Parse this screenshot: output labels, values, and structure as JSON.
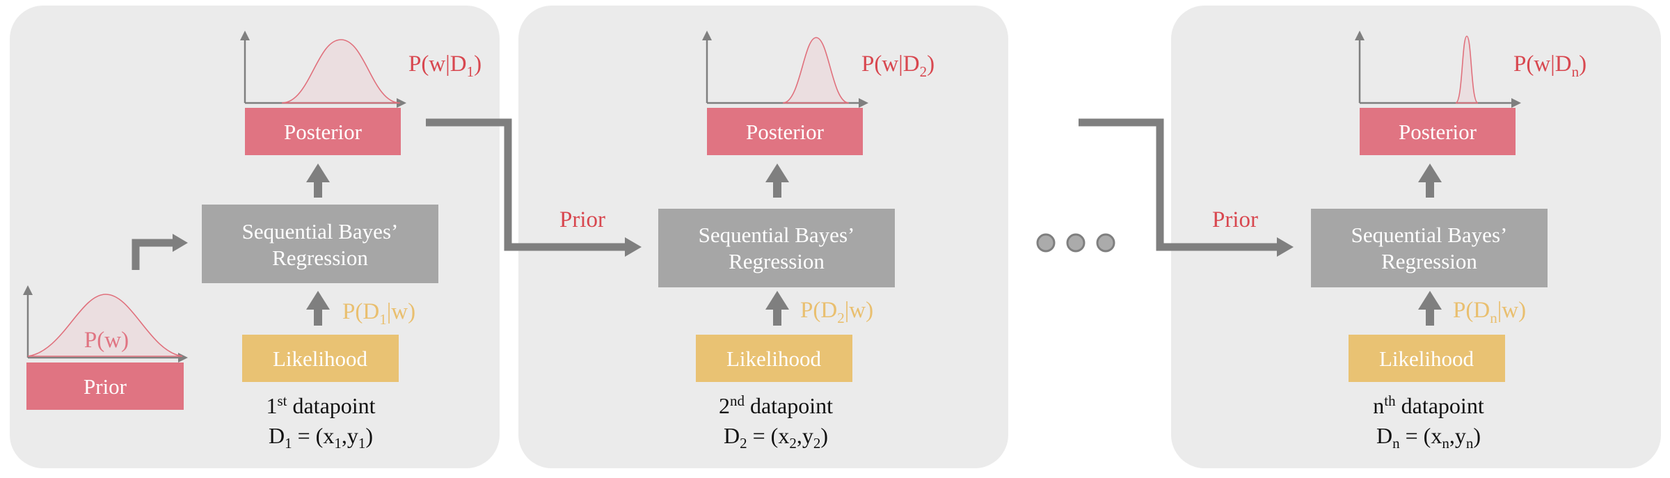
{
  "panels": [
    {
      "posterior_box": "Posterior",
      "posterior_label": {
        "base": "P(w|D",
        "sub": "1",
        "close": ")"
      },
      "bayes_line1": "Sequential Bayes’",
      "bayes_line2": "Regression",
      "likelihood_label": {
        "base": "P(D",
        "sub": "1",
        "close": "|w)"
      },
      "likelihood_box": "Likelihood",
      "datapoint_title": {
        "base": "1",
        "sup": "st",
        "rest": " datapoint"
      },
      "datapoint_formula": {
        "a": "D",
        "a_sub": "1",
        "b": " = (x",
        "b_sub": "1",
        "c": ",y",
        "c_sub": "1",
        "d": ")"
      },
      "prior_box": "Prior",
      "prior_curve_label": "P(w)"
    },
    {
      "prior_arrow_label": "Prior",
      "posterior_box": "Posterior",
      "posterior_label": {
        "base": "P(w|D",
        "sub": "2",
        "close": ")"
      },
      "bayes_line1": "Sequential Bayes’",
      "bayes_line2": "Regression",
      "likelihood_label": {
        "base": "P(D",
        "sub": "2",
        "close": "|w)"
      },
      "likelihood_box": "Likelihood",
      "datapoint_title": {
        "base": "2",
        "sup": "nd",
        "rest": " datapoint"
      },
      "datapoint_formula": {
        "a": "D",
        "a_sub": "2",
        "b": " = (x",
        "b_sub": "2",
        "c": ",y",
        "c_sub": "2",
        "d": ")"
      }
    },
    {
      "prior_arrow_label": "Prior",
      "posterior_box": "Posterior",
      "posterior_label": {
        "base": "P(w|D",
        "sub": "n",
        "close": ")"
      },
      "bayes_line1": "Sequential Bayes’",
      "bayes_line2": "Regression",
      "likelihood_label": {
        "base": "P(D",
        "sub": "n",
        "close": "|w)"
      },
      "likelihood_box": "Likelihood",
      "datapoint_title": {
        "base": "n",
        "sup": "th",
        "rest": " datapoint"
      },
      "datapoint_formula": {
        "a": "D",
        "a_sub": "n",
        "b": " = (x",
        "b_sub": "n",
        "c": ",y",
        "c_sub": "n",
        "d": ")"
      }
    }
  ],
  "colors": {
    "panel_background": "#ebebeb",
    "posterior_red": "#e07482",
    "label_red": "#d8474f",
    "likelihood_gold": "#e9c273",
    "bayes_gray": "#a6a6a6",
    "arrow_gray": "#7f7f7f"
  }
}
